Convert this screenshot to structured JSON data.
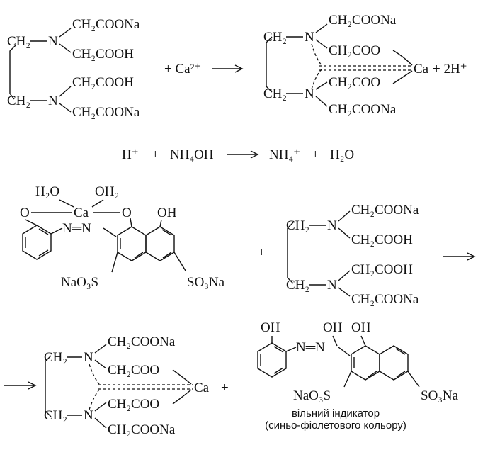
{
  "reaction1": {
    "reactant": {
      "ch2_top": "CH₂",
      "n_top": "N",
      "ch2_bottom": "CH₂",
      "n_bottom": "N",
      "arm_top_upper": "CH₂COONa",
      "arm_top_lower": "CH₂COOH",
      "arm_bottom_upper": "CH₂COOH",
      "arm_bottom_lower": "CH₂COONa"
    },
    "plus_ca": "+ Ca²⁺",
    "product": {
      "ch2_top": "CH₂",
      "n_top": "N",
      "ch2_bottom": "CH₂",
      "n_bottom": "N",
      "arm_top_upper": "CH₂COONa",
      "arm_top_lower": "CH₂COO",
      "arm_bottom_upper": "CH₂COO",
      "arm_bottom_lower": "CH₂COONa",
      "metal": "Ca",
      "plus_2h": "+ 2H⁺"
    }
  },
  "reaction2": {
    "h_plus": "H⁺",
    "plus1": "+",
    "nh4oh": "NH₄OH",
    "nh4": "NH₄⁺",
    "plus2": "+",
    "h2o": "H₂O"
  },
  "reaction3": {
    "complex": {
      "water_left": "H₂O",
      "water_right": "OH₂",
      "metal": "Ca",
      "o_left": "O",
      "o_right": "O",
      "oh": "OH",
      "azo": "N═N",
      "so3_left": "NaO₃S",
      "so3_right": "SO₃Na"
    },
    "plus": "+",
    "edta": {
      "ch2_top": "CH₂",
      "n_top": "N",
      "ch2_bottom": "CH₂",
      "n_bottom": "N",
      "arm_top_upper": "CH₂COONa",
      "arm_top_lower": "CH₂COOH",
      "arm_bottom_upper": "CH₂COOH",
      "arm_bottom_lower": "CH₂COONa"
    }
  },
  "reaction4": {
    "chelate": {
      "ch2_top": "CH₂",
      "n_top": "N",
      "ch2_bottom": "CH₂",
      "n_bottom": "N",
      "arm_top_upper": "CH₂COONa",
      "arm_top_lower": "CH₂COO",
      "arm_bottom_upper": "CH₂COO",
      "arm_bottom_lower": "CH₂COONa",
      "metal": "Ca"
    },
    "plus": "+",
    "indicator": {
      "oh_phenol": "OH",
      "oh1": "OH",
      "oh2": "OH",
      "azo": "N═N",
      "so3_left": "NaO₃S",
      "so3_right": "SO₃Na",
      "caption_line1": "вільний індикатор",
      "caption_line2": "(синьо-фіолетового кольору)"
    }
  }
}
